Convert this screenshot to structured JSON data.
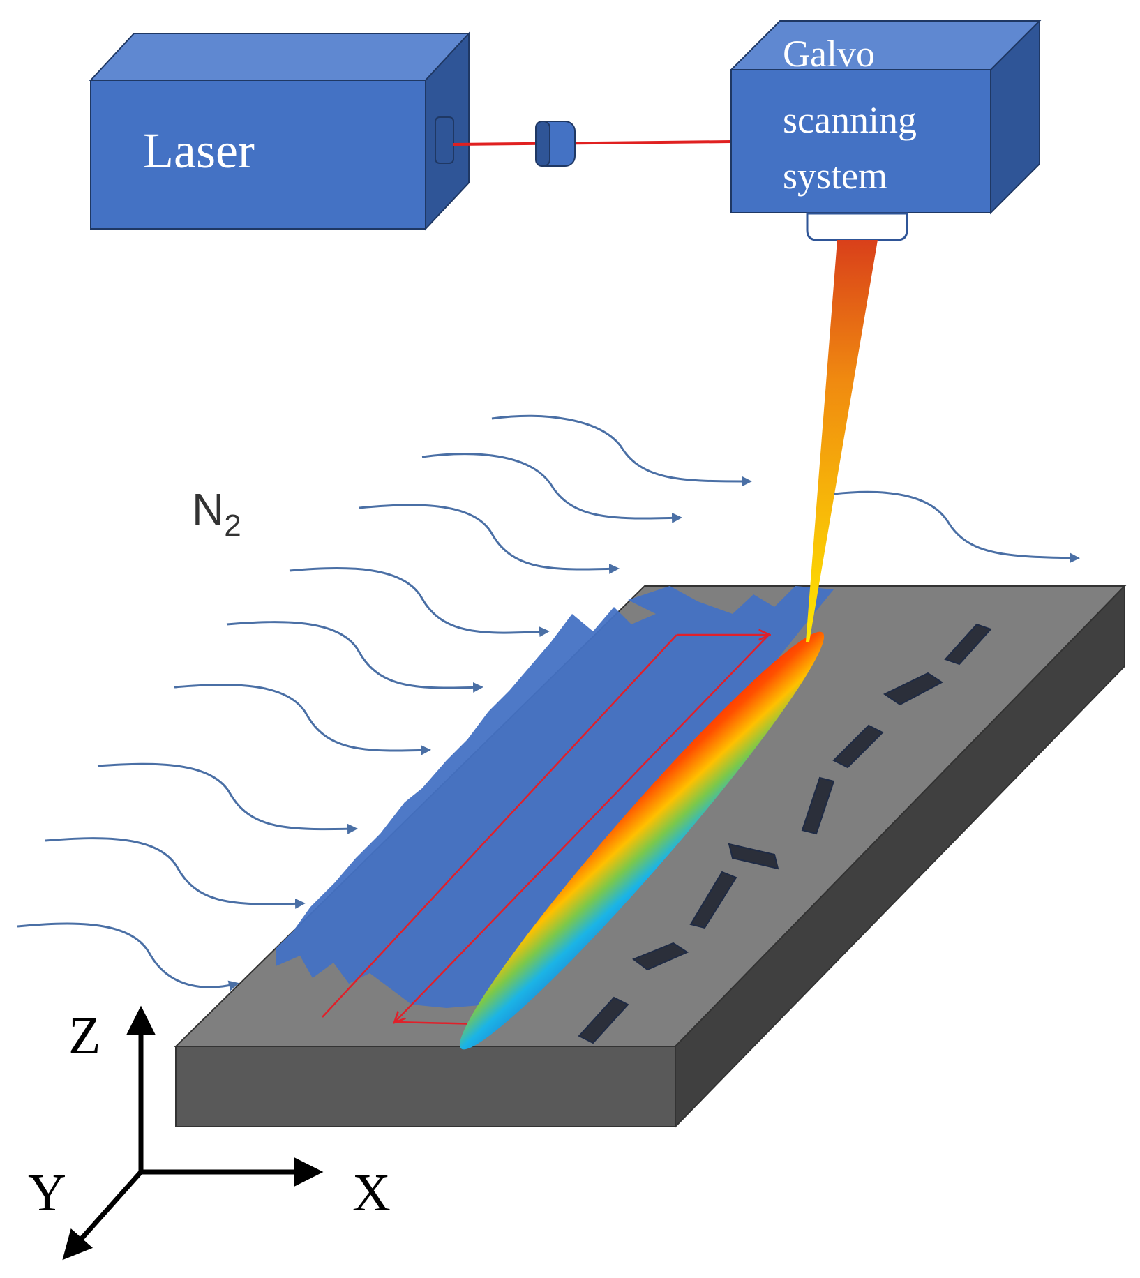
{
  "labels": {
    "laser": "Laser",
    "galvo_line1": "Galvo",
    "galvo_line2": "scanning",
    "galvo_line3": "system",
    "gas_main": "N",
    "gas_sub": "2",
    "axis_z": "Z",
    "axis_y": "Y",
    "axis_x": "X"
  },
  "colors": {
    "box_front": "#4472c4",
    "box_top": "#5f88d1",
    "box_side": "#2f5597",
    "box_edge": "#1f3864",
    "plate_top": "#7f7f7f",
    "plate_front": "#595959",
    "plate_side": "#404040",
    "processed_area": "#4472c4",
    "flow_arrow": "#4a6fa5",
    "scan_path": "#e0202a",
    "beam_line": "#e02020",
    "marks": "#2b2f3a",
    "axes": "#000000"
  },
  "icons": {
    "lens": "cylindrical-lens-icon",
    "flow": "gas-flow-arrow-icon"
  }
}
